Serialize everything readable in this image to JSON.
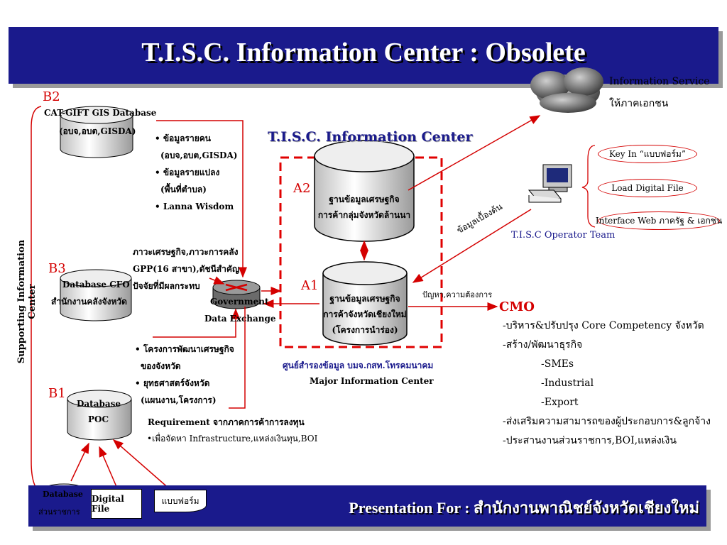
{
  "title": "T.I.S.C. Information Center : Obsolete",
  "footer": "Presentation For : สำนักงานพาณิชย์จังหวัดเชียงใหม่",
  "supporting_label": "Supporting Information Center",
  "b2": {
    "tag": "B2",
    "db_name": "CAT-GIFT GIS Database",
    "db_sub": "(อบจ,อบต,GISDA)",
    "bullets": [
      "• ข้อมูลรายคน",
      "(อบจ,อบต,GISDA)",
      "• ข้อมูลรายแปลง",
      "(พื้นที่ตำบล)",
      "• Lanna Wisdom"
    ]
  },
  "b3": {
    "tag": "B3",
    "db_name": "Database CFO",
    "db_sub": "สำนักงานคลังจังหวัด",
    "notes": [
      "ภาวะเศรษฐกิจ,ภาวะการคลัง",
      "GPP(16 สาขา),ดัชนีสำคัญ",
      "ปัจจัยที่มีผลกระทบ"
    ]
  },
  "gov": {
    "line1": "Government",
    "line2": "Data Exchange"
  },
  "b1": {
    "tag": "B1",
    "db_line1": "Database",
    "db_line2": "POC",
    "notes": [
      "• โครงการพัฒนาเศรษฐกิจ",
      "ของจังหวัด",
      "• ยุทธศาสตร์จังหวัด",
      "(แผนงาน,โครงการ)"
    ],
    "req_title": "Requirement จากภาคการค้าการลงทุน",
    "req_detail": "•เพื่อจัดหา Infrastructure,แหล่งเงินทุน,BOI"
  },
  "center": {
    "heading": "T.I.S.C. Information Center",
    "a2_tag": "A2",
    "a2_line1": "ฐานข้อมูลเศรษฐกิจ",
    "a2_line2": "การค้ากลุ่มจังหวัดล้านนา",
    "a1_tag": "A1",
    "a1_line1": "ฐานข้อมูลเศรษฐกิจ",
    "a1_line2": "การค้าจังหวัดเชียงใหม่",
    "a1_line3": "(โครงการนำร่อง)",
    "backup": "ศูนย์สำรองข้อมูล บมจ.กสท.โทรคมนาคม",
    "major": "Major Information Center"
  },
  "service": {
    "line1": "Information Service",
    "line2": "ให้ภาคเอกชน"
  },
  "operator": {
    "team": "T.I.S.C Operator Team",
    "initial_data": "ข้อมูลเบื้องต้น",
    "options": [
      "Key In “แบบฟอร์ม”",
      "Load Digital File",
      "Interface Web ภาครัฐ & เอกชน"
    ]
  },
  "cmo": {
    "need": "ปัญหา,ความต้องการ",
    "tag": "CMO",
    "items": [
      "-บริหาร&ปรับปรุง Core Competency จังหวัด",
      "-สร้าง/พัฒนาธุรกิจ",
      "-SMEs",
      "-Industrial",
      "-Export",
      "-ส่งเสริมความสามารถของผู้ประกอบการ&ลูกจ้าง",
      "-ประสานงานส่วนราชการ,BOI,แหล่งเงิน"
    ]
  },
  "sources": {
    "db_line1": "Database",
    "db_line2": "ส่วนราชการ",
    "digital": "Digital File",
    "form": "แบบฟอร์ม"
  }
}
